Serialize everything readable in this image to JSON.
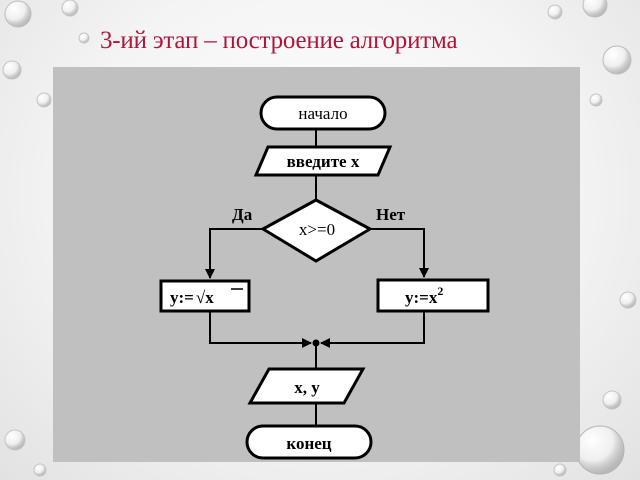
{
  "slide": {
    "title": "3-ий этап – построение алгоритма"
  },
  "flowchart": {
    "start": "начало",
    "input": "введите x",
    "condition": "x>=0",
    "yes_branch": "Да",
    "no_branch": "Нет",
    "yes_action_prefix": "y:=",
    "yes_action_radicand": "x",
    "no_action_base": "y:=x",
    "no_action_exponent": "2",
    "output": "x, y",
    "end": "конец"
  },
  "colors": {
    "title": "#b0163a",
    "panel": "#c0c0c0",
    "shape_fill": "#ffffff",
    "stroke": "#000000"
  }
}
